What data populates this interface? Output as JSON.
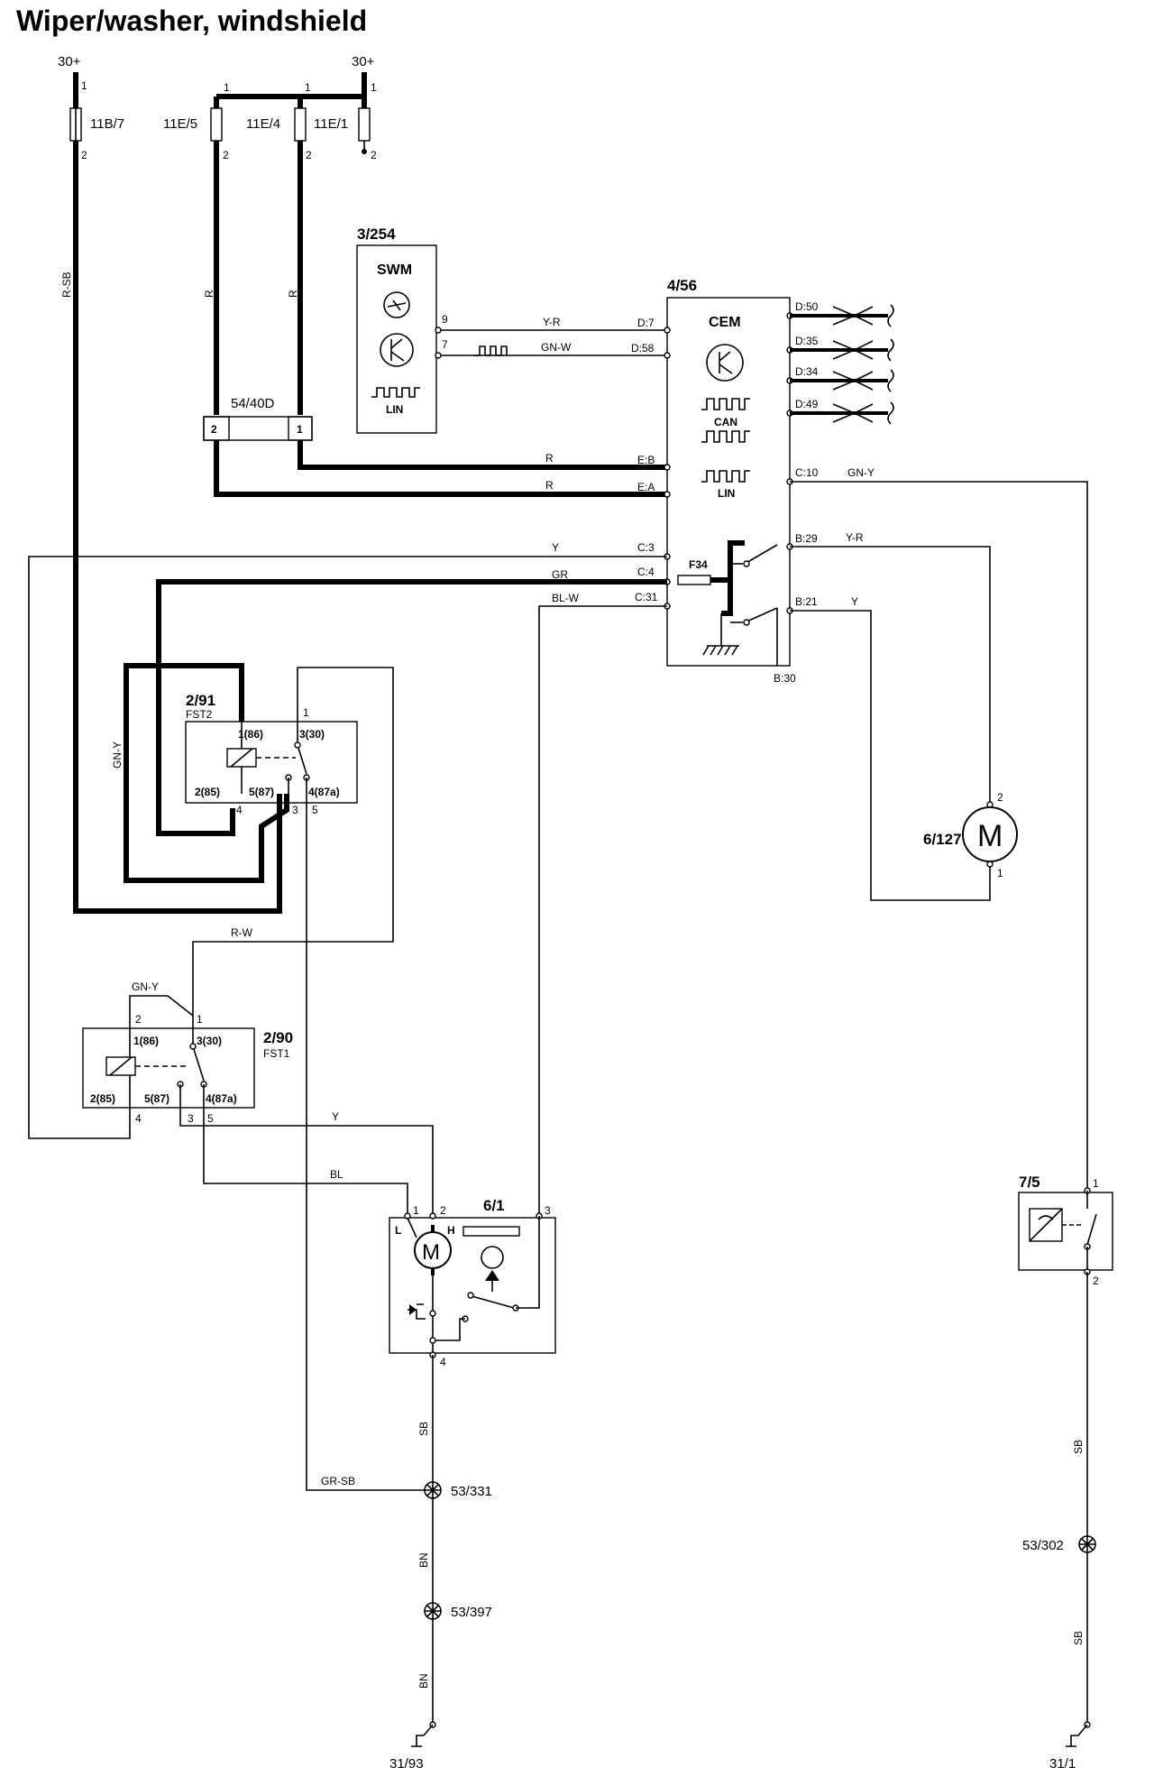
{
  "title": "Wiper/washer, windshield",
  "supply": {
    "left": "30+",
    "right": "30+"
  },
  "fuses": {
    "f11b7": "11B/7",
    "f11e5": "11E/5",
    "f11e4": "11E/4",
    "f11e1": "11E/1"
  },
  "swm": {
    "id": "3/254",
    "name": "SWM",
    "lin": "LIN",
    "pin9": "9",
    "pin7": "7"
  },
  "connector": {
    "id": "54/40D",
    "pin2": "2",
    "pin1": "1"
  },
  "cem": {
    "id": "4/56",
    "name": "CEM",
    "can": "CAN",
    "lin": "LIN",
    "fuse": "F34",
    "pins": {
      "d7": "D:7",
      "d58": "D:58",
      "eb": "E:B",
      "ea": "E:A",
      "c3": "C:3",
      "c4": "C:4",
      "c31": "C:31",
      "d50": "D:50",
      "d35": "D:35",
      "d34": "D:34",
      "d49": "D:49",
      "c10": "C:10",
      "b29": "B:29",
      "b21": "B:21",
      "b30": "B:30"
    }
  },
  "wires": {
    "rsb": "R-SB",
    "r1": "R",
    "r2": "R",
    "yr": "Y-R",
    "gnw": "GN-W",
    "r3": "R",
    "r4": "R",
    "y1": "Y",
    "gr": "GR",
    "blw": "BL-W",
    "gny_cem": "GN-Y",
    "yr2": "Y-R",
    "y2": "Y",
    "gny_left": "GN-Y",
    "rw": "R-W",
    "gny_small": "GN-Y",
    "y3": "Y",
    "bl": "BL",
    "sb1": "SB",
    "grsb": "GR-SB",
    "bn1": "BN",
    "bn2": "BN",
    "sb2": "SB",
    "sb3": "SB"
  },
  "relay_fst2": {
    "id": "2/91",
    "name": "FST2",
    "p86": "1(86)",
    "p30": "3(30)",
    "p85": "2(85)",
    "p87": "5(87)",
    "p87a": "4(87a)",
    "n1": "1",
    "n2": "2",
    "n3": "3",
    "n4": "4",
    "n5": "5"
  },
  "relay_fst1": {
    "id": "2/90",
    "name": "FST1",
    "p86": "1(86)",
    "p30": "3(30)",
    "p85": "2(85)",
    "p87": "5(87)",
    "p87a": "4(87a)",
    "n1": "1",
    "n2": "2",
    "n3": "3",
    "n4": "4",
    "n5": "5"
  },
  "washer_motor": {
    "id": "6/127",
    "pin2": "2",
    "pin1": "1",
    "symbol": "M"
  },
  "wiper_motor": {
    "id": "6/1",
    "pin1": "1",
    "pin2": "2",
    "pin3": "3",
    "pin4": "4",
    "low": "L",
    "high": "H",
    "symbol": "M"
  },
  "switch75": {
    "id": "7/5",
    "pin1": "1",
    "pin2": "2"
  },
  "grounds": {
    "g331": "53/331",
    "g397": "53/397",
    "g302": "53/302",
    "g3193": "31/93",
    "g311": "31/1"
  }
}
